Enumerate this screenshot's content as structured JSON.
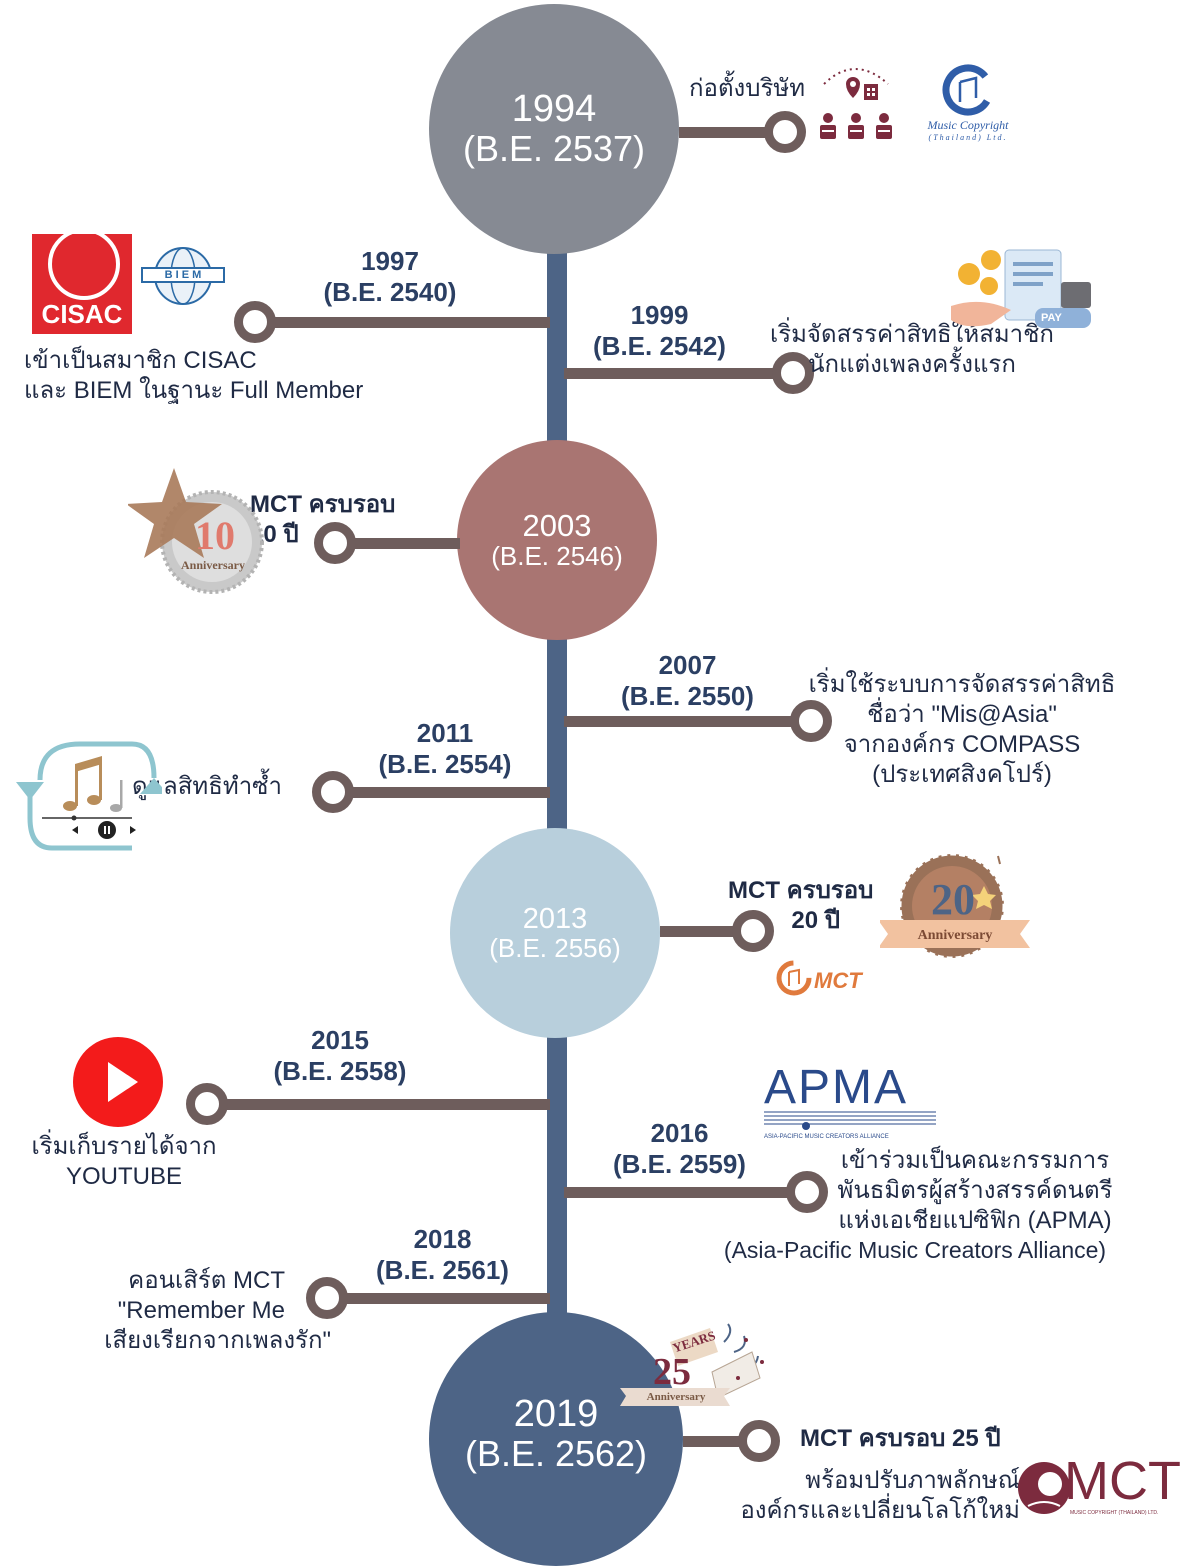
{
  "milestones": {
    "m1994": {
      "year": "1994",
      "be": "(B.E. 2537)",
      "text": "ก่อตั้งบริษัท"
    },
    "m1997": {
      "year": "1997",
      "be": "(B.E. 2540)",
      "line1": "เข้าเป็นสมาชิก CISAC",
      "line2": "และ BIEM ในฐานะ Full Member"
    },
    "m1999": {
      "year": "1999",
      "be": "(B.E. 2542)",
      "line1": "เริ่มจัดสรรค่าสิทธิให้สมาชิก",
      "line2": "นักแต่งเพลงครั้งแรก"
    },
    "m2003": {
      "year": "2003",
      "be": "(B.E. 2546)",
      "line1": "MCT ครบรอบ",
      "line2": "10 ปี"
    },
    "m2007": {
      "year": "2007",
      "be": "(B.E. 2550)",
      "line1": "เริ่มใช้ระบบการจัดสรรค่าสิทธิ",
      "line2": "ชื่อว่า \"Mis@Asia\"",
      "line3": "จากองค์กร COMPASS",
      "line4": "(ประเทศสิงคโปร์)"
    },
    "m2011": {
      "year": "2011",
      "be": "(B.E. 2554)",
      "text": "ดูแลสิทธิทำซ้ำ"
    },
    "m2013": {
      "year": "2013",
      "be": "(B.E. 2556)",
      "line1": "MCT ครบรอบ",
      "line2": "20 ปี"
    },
    "m2015": {
      "year": "2015",
      "be": "(B.E. 2558)",
      "line1": "เริ่มเก็บรายได้จาก",
      "line2": "YOUTUBE"
    },
    "m2016": {
      "year": "2016",
      "be": "(B.E. 2559)",
      "line1": "เข้าร่วมเป็นคณะกรรมการ",
      "line2": "พันธมิตรผู้สร้างสรรค์ดนตรี",
      "line3": "แห่งเอเชียแปซิฟิก (APMA)",
      "line4": "(Asia-Pacific Music Creators Alliance)"
    },
    "m2018": {
      "year": "2018",
      "be": "(B.E. 2561)",
      "line1": "คอนเสิร์ต MCT",
      "line2": "\"Remember Me",
      "line3": "เสียงเรียกจากเพลงรัก\""
    },
    "m2019": {
      "year": "2019",
      "be": "(B.E. 2562)",
      "line1": "MCT ครบรอบ 25 ปี",
      "line2": "พร้อมปรับภาพลักษณ์",
      "line3": "องค์กรและเปลี่ยนโลโก้ใหม่"
    }
  },
  "logos": {
    "cisac": "CISAC",
    "biem": "B I E M",
    "music_copyright_1": "Music Copyright",
    "music_copyright_2": "(Thailand) Ltd.",
    "apma": "APMA",
    "apma_sub": "ASIA-PACIFIC MUSIC CREATORS ALLIANCE",
    "mct_new": "MCT",
    "mct_new_sub": "MUSIC COPYRIGHT (THAILAND) LTD.",
    "mct_old": "MCT",
    "badge10_num": "10",
    "badge10_word": "Anniversary",
    "badge20_num": "20",
    "badge20_word": "Anniversary",
    "badge25_num": "25",
    "badge25_years": "YEARS",
    "badge25_word": "Anniversary",
    "pay": "PAY"
  },
  "colors": {
    "spine": "#4d6486",
    "connector": "#6e5d5c",
    "circle_1994": "#868a93",
    "circle_2003": "#a97572",
    "circle_2013": "#b8cfdc",
    "circle_2019": "#4d6486",
    "year_text": "#2b3f63",
    "accent_maroon": "#7c2b3e"
  }
}
